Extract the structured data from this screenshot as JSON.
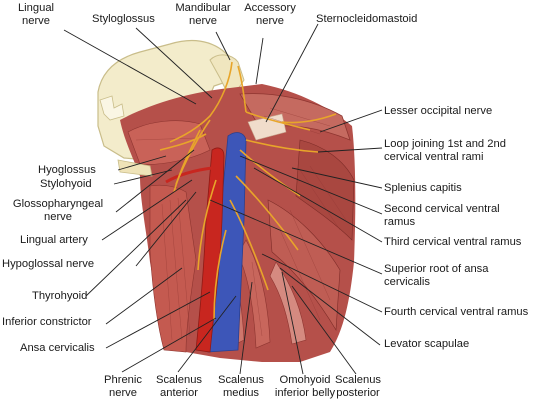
{
  "labels": {
    "lingual_nerve": [
      "Lingual",
      "nerve"
    ],
    "styloglossus": [
      "Styloglossus"
    ],
    "mandibular_nerve": [
      "Mandibular",
      "nerve"
    ],
    "accessory_nerve": [
      "Accessory",
      "nerve"
    ],
    "sternocleidomastoid": [
      "Sternocleidomastoid"
    ],
    "lesser_occipital_nerve": [
      "Lesser occipital nerve"
    ],
    "loop_joining": [
      "Loop joining 1st and 2nd",
      "cervical ventral rami"
    ],
    "hyoglossus": [
      "Hyoglossus"
    ],
    "stylohyoid": [
      "Stylohyoid"
    ],
    "splenius_capitis": [
      "Splenius capitis"
    ],
    "glossopharyngeal_nerve": [
      "Glossopharyngeal",
      "nerve"
    ],
    "second_cervical": [
      "Second cervical ventral",
      "ramus"
    ],
    "lingual_artery": [
      "Lingual artery"
    ],
    "third_cervical": [
      "Third cervical ventral ramus"
    ],
    "hypoglossal_nerve": [
      "Hypoglossal nerve"
    ],
    "superior_root": [
      "Superior root of ansa",
      "cervicalis"
    ],
    "thyrohyoid": [
      "Thyrohyoid"
    ],
    "fourth_cervical": [
      "Fourth cervical ventral ramus"
    ],
    "inferior_constrictor": [
      "Inferior constrictor"
    ],
    "levator_scapulae": [
      "Levator scapulae"
    ],
    "ansa_cervicalis": [
      "Ansa cervicalis"
    ],
    "phrenic_nerve": [
      "Phrenic",
      "nerve"
    ],
    "scalenus_anterior": [
      "Scalenus",
      "anterior"
    ],
    "scalenus_medius": [
      "Scalenus",
      "medius"
    ],
    "omohyoid_inferior_belly": [
      "Omohyoid",
      "inferior belly"
    ],
    "scalenus_posterior": [
      "Scalenus",
      "posterior"
    ]
  },
  "colors": {
    "muscle": "#b5504a",
    "muscle_dark": "#8e3530",
    "muscle_light": "#d98a80",
    "bone": "#f3eccb",
    "bone_edge": "#c9bd8a",
    "nerve": "#e8a52a",
    "artery": "#c8261f",
    "vein": "#3d56b8",
    "line": "#222222"
  }
}
